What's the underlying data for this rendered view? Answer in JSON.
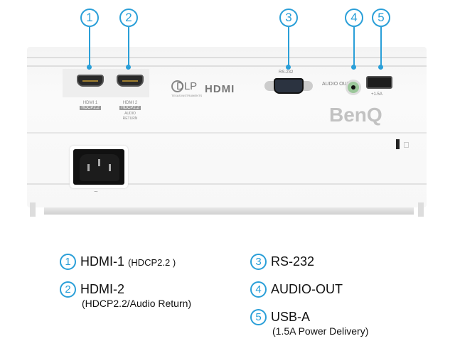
{
  "accent_color": "#2a9fd8",
  "callouts": [
    "1",
    "2",
    "3",
    "4",
    "5"
  ],
  "panel": {
    "hdmi1_label": "HDMI 1",
    "hdmi1_badge": "HDCP2.2",
    "hdmi2_label": "HDMI 2",
    "hdmi2_badge": "HDCP2.2",
    "hdmi2_sub": "AUDIO RETURN",
    "dlp_logo": "DLP",
    "dlp_sub": "TEXAS INSTRUMENTS",
    "hdmi_logo": "HDMI",
    "rs232_label": "RS-232",
    "audio_label": "AUDIO OUT",
    "usb_label": "+1.5A",
    "brand_logo": "BenQ",
    "ac_symbol": "~"
  },
  "legend": [
    {
      "num": "1",
      "title": "HDMI-1",
      "detail": "(HDCP2.2 )"
    },
    {
      "num": "2",
      "title": "HDMI-2",
      "detail": "(HDCP2.2/Audio Return)"
    },
    {
      "num": "3",
      "title": "RS-232",
      "detail": ""
    },
    {
      "num": "4",
      "title": "AUDIO-OUT",
      "detail": ""
    },
    {
      "num": "5",
      "title": "USB-A",
      "detail": "(1.5A Power Delivery)"
    }
  ]
}
